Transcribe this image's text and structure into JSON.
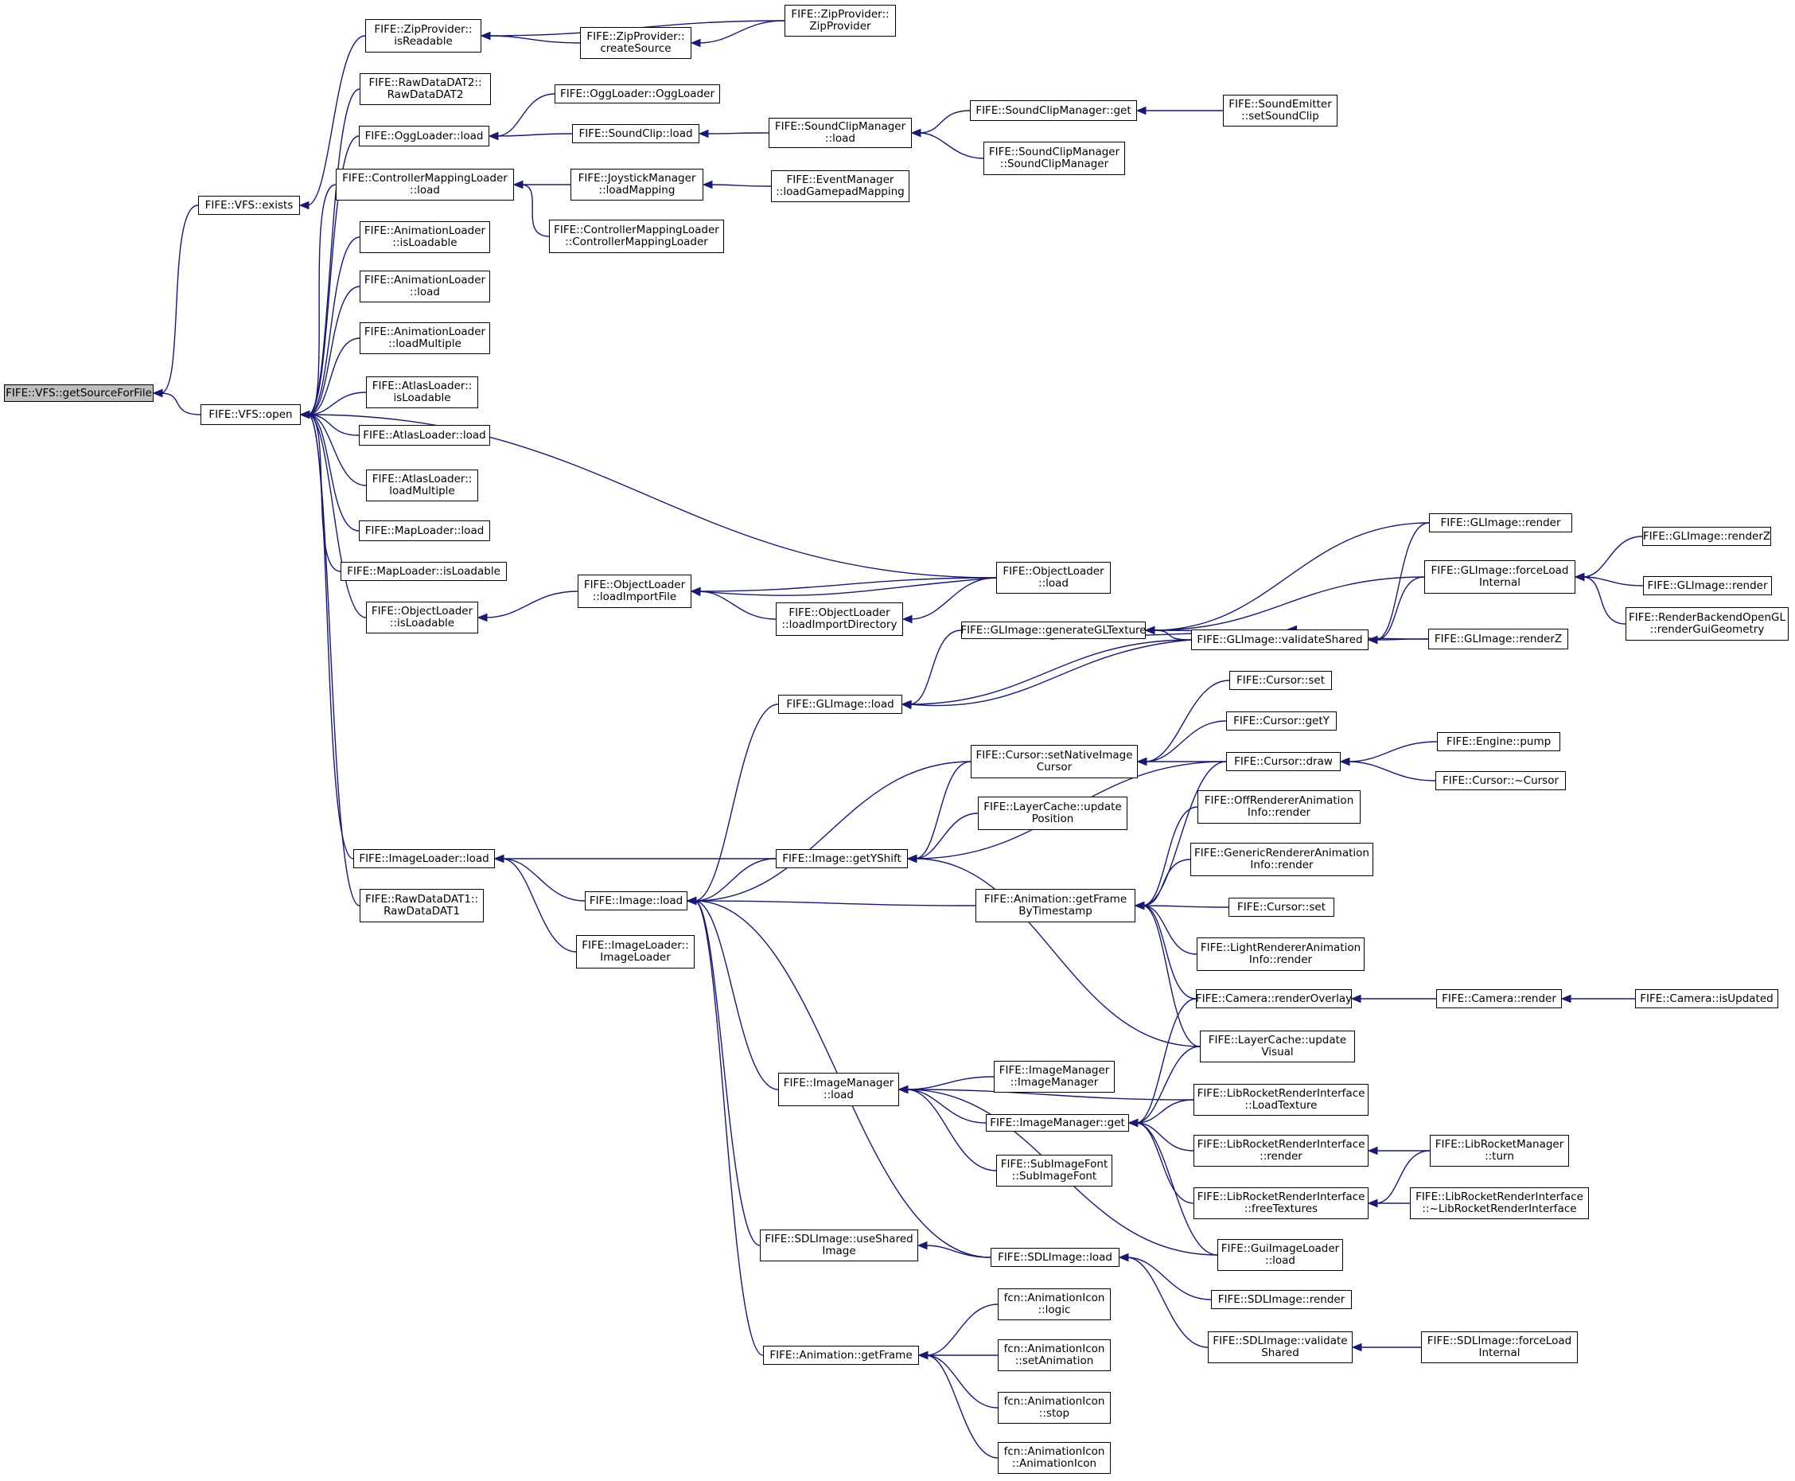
{
  "graph": {
    "root": "getSourceForFile",
    "edge_color": "#191970",
    "root_fill": "#bfbfbf",
    "node_fill": "#ffffff",
    "nodes": [
      {
        "id": "getSourceForFile",
        "label": [
          "FIFE::VFS::getSourceForFile"
        ]
      },
      {
        "id": "vfs_exists",
        "label": [
          "FIFE::VFS::exists"
        ]
      },
      {
        "id": "vfs_open",
        "label": [
          "FIFE::VFS::open"
        ]
      },
      {
        "id": "zip_isReadable",
        "label": [
          "FIFE::ZipProvider::",
          "isReadable"
        ]
      },
      {
        "id": "zip_ctor",
        "label": [
          "FIFE::ZipProvider::",
          "ZipProvider"
        ]
      },
      {
        "id": "zip_createSource",
        "label": [
          "FIFE::ZipProvider::",
          "createSource"
        ]
      },
      {
        "id": "rawdat2",
        "label": [
          "FIFE::RawDataDAT2::",
          "RawDataDAT2"
        ]
      },
      {
        "id": "ogg_load",
        "label": [
          "FIFE::OggLoader::load"
        ]
      },
      {
        "id": "ogg_ctor",
        "label": [
          "FIFE::OggLoader::OggLoader"
        ]
      },
      {
        "id": "soundclip_load",
        "label": [
          "FIFE::SoundClip::load"
        ]
      },
      {
        "id": "scm_load",
        "label": [
          "FIFE::SoundClipManager",
          "::load"
        ]
      },
      {
        "id": "scm_get",
        "label": [
          "FIFE::SoundClipManager::get"
        ]
      },
      {
        "id": "scm_ctor",
        "label": [
          "FIFE::SoundClipManager",
          "::SoundClipManager"
        ]
      },
      {
        "id": "soundemitter",
        "label": [
          "FIFE::SoundEmitter",
          "::setSoundClip"
        ]
      },
      {
        "id": "cml_load",
        "label": [
          "FIFE::ControllerMappingLoader",
          "::load"
        ]
      },
      {
        "id": "joy_loadMapping",
        "label": [
          "FIFE::JoystickManager",
          "::loadMapping"
        ]
      },
      {
        "id": "em_loadGamepad",
        "label": [
          "FIFE::EventManager",
          "::loadGamepadMapping"
        ]
      },
      {
        "id": "cml_ctor",
        "label": [
          "FIFE::ControllerMappingLoader",
          "::ControllerMappingLoader"
        ]
      },
      {
        "id": "anim_isLoadable",
        "label": [
          "FIFE::AnimationLoader",
          "::isLoadable"
        ]
      },
      {
        "id": "anim_load",
        "label": [
          "FIFE::AnimationLoader",
          "::load"
        ]
      },
      {
        "id": "anim_loadMultiple",
        "label": [
          "FIFE::AnimationLoader",
          "::loadMultiple"
        ]
      },
      {
        "id": "atlas_isLoadable",
        "label": [
          "FIFE::AtlasLoader::",
          "isLoadable"
        ]
      },
      {
        "id": "atlas_load",
        "label": [
          "FIFE::AtlasLoader::load"
        ]
      },
      {
        "id": "atlas_loadMultiple",
        "label": [
          "FIFE::AtlasLoader::",
          "loadMultiple"
        ]
      },
      {
        "id": "map_load",
        "label": [
          "FIFE::MapLoader::load"
        ]
      },
      {
        "id": "map_isLoadable",
        "label": [
          "FIFE::MapLoader::isLoadable"
        ]
      },
      {
        "id": "obj_isLoadable",
        "label": [
          "FIFE::ObjectLoader",
          "::isLoadable"
        ]
      },
      {
        "id": "obj_loadImportFile",
        "label": [
          "FIFE::ObjectLoader",
          "::loadImportFile"
        ]
      },
      {
        "id": "obj_load",
        "label": [
          "FIFE::ObjectLoader",
          "::load"
        ]
      },
      {
        "id": "obj_loadImportDir",
        "label": [
          "FIFE::ObjectLoader",
          "::loadImportDirectory"
        ]
      },
      {
        "id": "gl_genTex",
        "label": [
          "FIFE::GLImage::generateGLTexture"
        ]
      },
      {
        "id": "gl_validate",
        "label": [
          "FIFE::GLImage::validateShared"
        ]
      },
      {
        "id": "gl_render1",
        "label": [
          "FIFE::GLImage::render"
        ]
      },
      {
        "id": "gl_forceLoad",
        "label": [
          "FIFE::GLImage::forceLoad",
          "Internal"
        ]
      },
      {
        "id": "gl_renderZ1",
        "label": [
          "FIFE::GLImage::renderZ"
        ]
      },
      {
        "id": "gl_render2",
        "label": [
          "FIFE::GLImage::render"
        ]
      },
      {
        "id": "rbogl_renderGui",
        "label": [
          "FIFE::RenderBackendOpenGL",
          "::renderGuiGeometry"
        ]
      },
      {
        "id": "gl_renderZ2",
        "label": [
          "FIFE::GLImage::renderZ"
        ]
      },
      {
        "id": "gl_load",
        "label": [
          "FIFE::GLImage::load"
        ]
      },
      {
        "id": "cursor_set1",
        "label": [
          "FIFE::Cursor::set"
        ]
      },
      {
        "id": "cursor_setNative",
        "label": [
          "FIFE::Cursor::setNativeImage",
          "Cursor"
        ]
      },
      {
        "id": "cursor_getY",
        "label": [
          "FIFE::Cursor::getY"
        ]
      },
      {
        "id": "cursor_draw",
        "label": [
          "FIFE::Cursor::draw"
        ]
      },
      {
        "id": "engine_pump",
        "label": [
          "FIFE::Engine::pump"
        ]
      },
      {
        "id": "cursor_dtor",
        "label": [
          "FIFE::Cursor::~Cursor"
        ]
      },
      {
        "id": "lc_updatePos",
        "label": [
          "FIFE::LayerCache::update",
          "Position"
        ]
      },
      {
        "id": "offrender",
        "label": [
          "FIFE::OffRendererAnimation",
          "Info::render"
        ]
      },
      {
        "id": "imgloader_load",
        "label": [
          "FIFE::ImageLoader::load"
        ]
      },
      {
        "id": "image_getYShift",
        "label": [
          "FIFE::Image::getYShift"
        ]
      },
      {
        "id": "genericrender",
        "label": [
          "FIFE::GenericRendererAnimation",
          "Info::render"
        ]
      },
      {
        "id": "rawdat1",
        "label": [
          "FIFE::RawDataDAT1::",
          "RawDataDAT1"
        ]
      },
      {
        "id": "image_load",
        "label": [
          "FIFE::Image::load"
        ]
      },
      {
        "id": "anim_getFrameByTs",
        "label": [
          "FIFE::Animation::getFrame",
          "ByTimestamp"
        ]
      },
      {
        "id": "cursor_set2",
        "label": [
          "FIFE::Cursor::set"
        ]
      },
      {
        "id": "imgloader_ctor",
        "label": [
          "FIFE::ImageLoader::",
          "ImageLoader"
        ]
      },
      {
        "id": "lightrender",
        "label": [
          "FIFE::LightRendererAnimation",
          "Info::render"
        ]
      },
      {
        "id": "cam_renderOverlay",
        "label": [
          "FIFE::Camera::renderOverlay"
        ]
      },
      {
        "id": "cam_render",
        "label": [
          "FIFE::Camera::render"
        ]
      },
      {
        "id": "cam_isUpdated",
        "label": [
          "FIFE::Camera::isUpdated"
        ]
      },
      {
        "id": "lc_updateVisual",
        "label": [
          "FIFE::LayerCache::update",
          "Visual"
        ]
      },
      {
        "id": "imgmgr_load",
        "label": [
          "FIFE::ImageManager",
          "::load"
        ]
      },
      {
        "id": "imgmgr_ctor",
        "label": [
          "FIFE::ImageManager",
          "::ImageManager"
        ]
      },
      {
        "id": "librocket_loadTex",
        "label": [
          "FIFE::LibRocketRenderInterface",
          "::LoadTexture"
        ]
      },
      {
        "id": "imgmgr_get",
        "label": [
          "FIFE::ImageManager::get"
        ]
      },
      {
        "id": "librocket_render",
        "label": [
          "FIFE::LibRocketRenderInterface",
          "::render"
        ]
      },
      {
        "id": "lrm_turn",
        "label": [
          "FIFE::LibRocketManager",
          "::turn"
        ]
      },
      {
        "id": "subimagefont",
        "label": [
          "FIFE::SubImageFont",
          "::SubImageFont"
        ]
      },
      {
        "id": "librocket_freeTex",
        "label": [
          "FIFE::LibRocketRenderInterface",
          "::freeTextures"
        ]
      },
      {
        "id": "librocket_dtor",
        "label": [
          "FIFE::LibRocketRenderInterface",
          "::~LibRocketRenderInterface"
        ]
      },
      {
        "id": "sdl_useShared",
        "label": [
          "FIFE::SDLImage::useShared",
          "Image"
        ]
      },
      {
        "id": "guiimgloader",
        "label": [
          "FIFE::GuiImageLoader",
          "::load"
        ]
      },
      {
        "id": "sdl_load",
        "label": [
          "FIFE::SDLImage::load"
        ]
      },
      {
        "id": "sdl_render",
        "label": [
          "FIFE::SDLImage::render"
        ]
      },
      {
        "id": "sdl_validate",
        "label": [
          "FIFE::SDLImage::validate",
          "Shared"
        ]
      },
      {
        "id": "sdl_forceLoad",
        "label": [
          "FIFE::SDLImage::forceLoad",
          "Internal"
        ]
      },
      {
        "id": "animicon_logic",
        "label": [
          "fcn::AnimationIcon",
          "::logic"
        ]
      },
      {
        "id": "anim_getFrame",
        "label": [
          "FIFE::Animation::getFrame"
        ]
      },
      {
        "id": "animicon_setAnim",
        "label": [
          "fcn::AnimationIcon",
          "::setAnimation"
        ]
      },
      {
        "id": "animicon_stop",
        "label": [
          "fcn::AnimationIcon",
          "::stop"
        ]
      },
      {
        "id": "animicon_ctor",
        "label": [
          "fcn::AnimationIcon",
          "::AnimationIcon"
        ]
      }
    ],
    "edges": [
      [
        "getSourceForFile",
        "vfs_exists"
      ],
      [
        "getSourceForFile",
        "vfs_open"
      ],
      [
        "vfs_exists",
        "zip_isReadable"
      ],
      [
        "zip_isReadable",
        "zip_ctor"
      ],
      [
        "zip_isReadable",
        "zip_createSource"
      ],
      [
        "zip_createSource",
        "zip_ctor"
      ],
      [
        "vfs_open",
        "rawdat2"
      ],
      [
        "vfs_open",
        "ogg_load"
      ],
      [
        "vfs_open",
        "cml_load"
      ],
      [
        "vfs_open",
        "anim_isLoadable"
      ],
      [
        "vfs_open",
        "anim_load"
      ],
      [
        "vfs_open",
        "anim_loadMultiple"
      ],
      [
        "vfs_open",
        "atlas_isLoadable"
      ],
      [
        "vfs_open",
        "atlas_load"
      ],
      [
        "vfs_open",
        "atlas_loadMultiple"
      ],
      [
        "vfs_open",
        "map_load"
      ],
      [
        "vfs_open",
        "map_isLoadable"
      ],
      [
        "vfs_open",
        "obj_isLoadable"
      ],
      [
        "vfs_open",
        "obj_load"
      ],
      [
        "vfs_open",
        "imgloader_load"
      ],
      [
        "vfs_open",
        "rawdat1"
      ],
      [
        "ogg_load",
        "ogg_ctor"
      ],
      [
        "ogg_load",
        "soundclip_load"
      ],
      [
        "soundclip_load",
        "scm_load"
      ],
      [
        "scm_load",
        "scm_get"
      ],
      [
        "scm_load",
        "scm_ctor"
      ],
      [
        "scm_get",
        "soundemitter"
      ],
      [
        "cml_load",
        "joy_loadMapping"
      ],
      [
        "cml_load",
        "cml_ctor"
      ],
      [
        "joy_loadMapping",
        "em_loadGamepad"
      ],
      [
        "obj_isLoadable",
        "obj_loadImportFile"
      ],
      [
        "obj_loadImportFile",
        "obj_load"
      ],
      [
        "obj_loadImportFile",
        "obj_loadImportDir"
      ],
      [
        "obj_loadImportDir",
        "obj_load"
      ],
      [
        "obj_loadImportFile",
        "obj_load"
      ],
      [
        "gl_genTex",
        "gl_validate"
      ],
      [
        "gl_genTex",
        "gl_render1"
      ],
      [
        "gl_genTex",
        "gl_forceLoad"
      ],
      [
        "gl_genTex",
        "gl_renderZ1"
      ],
      [
        "gl_validate",
        "gl_genTex"
      ],
      [
        "gl_validate",
        "gl_render1"
      ],
      [
        "gl_validate",
        "gl_forceLoad"
      ],
      [
        "gl_validate",
        "gl_renderZ1"
      ],
      [
        "gl_forceLoad",
        "gl_renderZ2"
      ],
      [
        "gl_forceLoad",
        "gl_render2"
      ],
      [
        "gl_forceLoad",
        "rbogl_renderGui"
      ],
      [
        "gl_load",
        "gl_genTex"
      ],
      [
        "gl_load",
        "gl_validate"
      ],
      [
        "gl_load",
        "gl_validate"
      ],
      [
        "cursor_setNative",
        "cursor_set1"
      ],
      [
        "cursor_setNative",
        "cursor_getY"
      ],
      [
        "cursor_setNative",
        "cursor_draw"
      ],
      [
        "cursor_draw",
        "engine_pump"
      ],
      [
        "cursor_draw",
        "cursor_dtor"
      ],
      [
        "image_getYShift",
        "cursor_setNative"
      ],
      [
        "image_getYShift",
        "lc_updatePos"
      ],
      [
        "image_getYShift",
        "cursor_draw"
      ],
      [
        "image_getYShift",
        "lc_updateVisual"
      ],
      [
        "imgloader_load",
        "image_getYShift"
      ],
      [
        "imgloader_load",
        "image_load"
      ],
      [
        "imgloader_load",
        "imgloader_ctor"
      ],
      [
        "image_load",
        "gl_load"
      ],
      [
        "image_load",
        "cursor_setNative"
      ],
      [
        "image_load",
        "image_getYShift"
      ],
      [
        "image_load",
        "anim_getFrameByTs"
      ],
      [
        "image_load",
        "imgmgr_load"
      ],
      [
        "image_load",
        "sdl_useShared"
      ],
      [
        "image_load",
        "sdl_load"
      ],
      [
        "image_load",
        "anim_getFrame"
      ],
      [
        "anim_getFrameByTs",
        "cursor_draw"
      ],
      [
        "anim_getFrameByTs",
        "offrender"
      ],
      [
        "anim_getFrameByTs",
        "genericrender"
      ],
      [
        "anim_getFrameByTs",
        "cursor_set2"
      ],
      [
        "anim_getFrameByTs",
        "lightrender"
      ],
      [
        "anim_getFrameByTs",
        "cam_renderOverlay"
      ],
      [
        "anim_getFrameByTs",
        "lc_updateVisual"
      ],
      [
        "cam_renderOverlay",
        "cam_render"
      ],
      [
        "cam_render",
        "cam_isUpdated"
      ],
      [
        "imgmgr_load",
        "imgmgr_ctor"
      ],
      [
        "imgmgr_load",
        "imgmgr_get"
      ],
      [
        "imgmgr_load",
        "subimagefont"
      ],
      [
        "imgmgr_load",
        "librocket_loadTex"
      ],
      [
        "imgmgr_load",
        "guiimgloader"
      ],
      [
        "imgmgr_get",
        "cam_renderOverlay"
      ],
      [
        "imgmgr_get",
        "lc_updateVisual"
      ],
      [
        "imgmgr_get",
        "librocket_loadTex"
      ],
      [
        "imgmgr_get",
        "librocket_render"
      ],
      [
        "imgmgr_get",
        "librocket_freeTex"
      ],
      [
        "imgmgr_get",
        "guiimgloader"
      ],
      [
        "librocket_render",
        "lrm_turn"
      ],
      [
        "librocket_freeTex",
        "lrm_turn"
      ],
      [
        "librocket_freeTex",
        "librocket_dtor"
      ],
      [
        "sdl_useShared",
        "sdl_load"
      ],
      [
        "sdl_load",
        "sdl_render"
      ],
      [
        "sdl_load",
        "sdl_validate"
      ],
      [
        "sdl_validate",
        "sdl_forceLoad"
      ],
      [
        "anim_getFrame",
        "animicon_logic"
      ],
      [
        "anim_getFrame",
        "animicon_setAnim"
      ],
      [
        "anim_getFrame",
        "animicon_stop"
      ],
      [
        "anim_getFrame",
        "animicon_ctor"
      ]
    ]
  }
}
